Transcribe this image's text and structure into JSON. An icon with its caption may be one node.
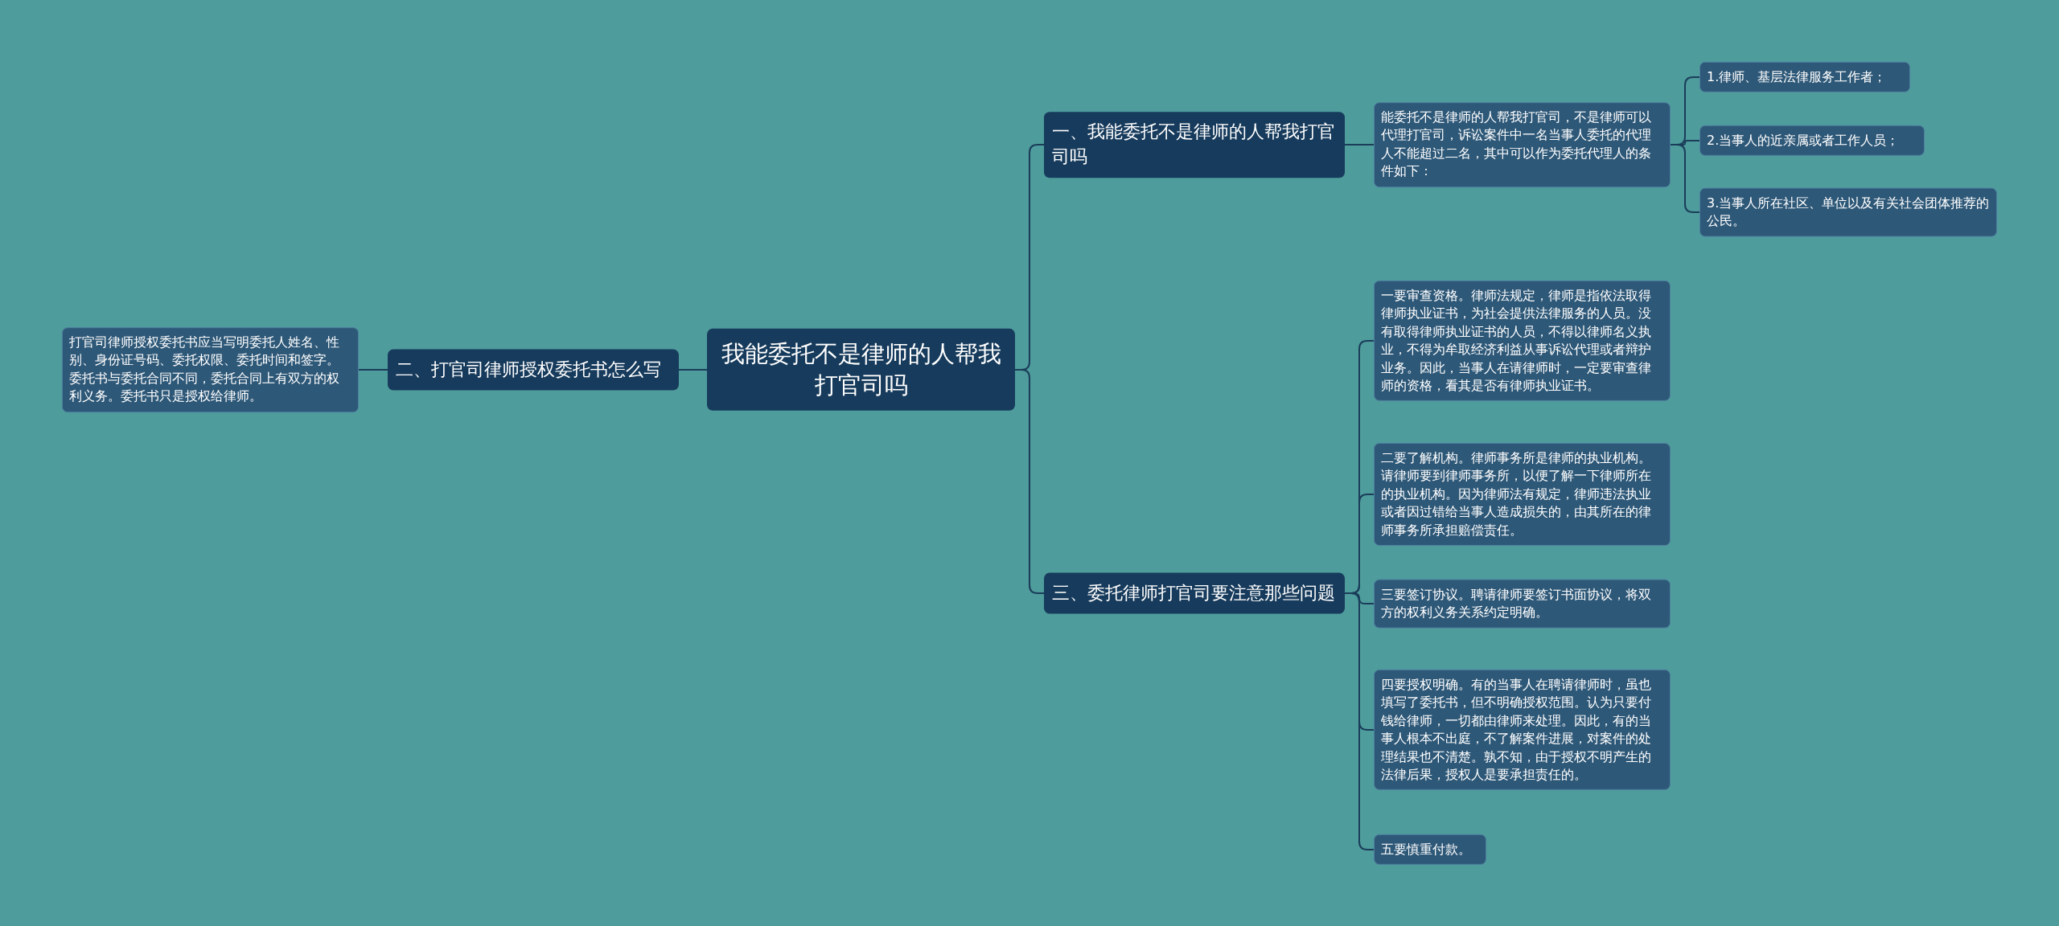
{
  "diagram": {
    "nodes": [
      {
        "text": [
          "我能委托不是律师的人帮我打官司吗"
        ]
      },
      {
        "text": [
          "一、我能委托不是律师的人帮我打官司吗"
        ]
      },
      {
        "text": [
          "能委托不是律师的人帮我打官司，不是律师可以代理打官司，诉讼案件中一名当事人委托的代理人不能超过二名，其中可以作为委托代理人的条件如下："
        ]
      },
      {
        "text": [
          "1.律师、基层法律服务工作者；"
        ]
      },
      {
        "text": [
          "2.当事人的近亲属或者工作人员；"
        ]
      },
      {
        "text": [
          "3.当事人所在社区、单位以及有关社会团体推荐的公民。"
        ]
      },
      {
        "text": [
          "二、打官司律师授权委托书怎么写"
        ]
      },
      {
        "text": [
          "打官司律师授权委托书应当写明委托人姓名、性别、身份证号码、委托权限、委托时间和签字。委托书与委托合同不同，委托合同上有双方的权利义务。委托书只是授权给律师。"
        ]
      },
      {
        "text": [
          "三、委托律师打官司要注意那些问题"
        ]
      },
      {
        "text": [
          "一要审查资格。律师法规定，律师是指依法取得律师执业证书，为社会提供法律服务的人员。没有取得律师执业证书的人员，不得以律师名义执业，不得为牟取经济利益从事诉讼代理或者辩护业务。因此，当事人在请律师时，一定要审查律师的资格，看其是否有律师执业证书。"
        ]
      },
      {
        "text": [
          "二要了解机构。律师事务所是律师的执业机构。请律师要到律师事务所，以便了解一下律师所在的执业机构。因为律师法有规定，律师违法执业或者因过错给当事人造成损失的，由其所在的律师事务所承担赔偿责任。"
        ]
      },
      {
        "text": [
          "三要签订协议。聘请律师要签订书面协议，将双方的权利义务关系约定明确。"
        ]
      },
      {
        "text": [
          "四要授权明确。有的当事人在聘请律师时，虽也填写了委托书，但不明确授权范围。认为只要付钱给律师，一切都由律师来处理。因此，有的当事人根本不出庭，不了解案件进展，对案件的处理结果也不清楚。孰不知，由于授权不明产生的法律后果，授权人是要承担责任的。"
        ]
      },
      {
        "text": [
          "五要慎重付款。"
        ]
      }
    ],
    "edges": [
      {
        "from": 0,
        "to": 1,
        "arrow": "none"
      },
      {
        "from": 1,
        "to": 2,
        "arrow": "none"
      },
      {
        "from": 2,
        "to": 3,
        "arrow": "none"
      },
      {
        "from": 2,
        "to": 4,
        "arrow": "none"
      },
      {
        "from": 2,
        "to": 5,
        "arrow": "none"
      },
      {
        "from": 0,
        "to": 6,
        "arrow": "none"
      },
      {
        "from": 6,
        "to": 7,
        "arrow": "none"
      },
      {
        "from": 0,
        "to": 8,
        "arrow": "none"
      },
      {
        "from": 8,
        "to": 9,
        "arrow": "none"
      },
      {
        "from": 8,
        "to": 10,
        "arrow": "none"
      },
      {
        "from": 8,
        "to": 11,
        "arrow": "none"
      },
      {
        "from": 8,
        "to": 12,
        "arrow": "none"
      },
      {
        "from": 8,
        "to": 13,
        "arrow": "none"
      }
    ]
  }
}
